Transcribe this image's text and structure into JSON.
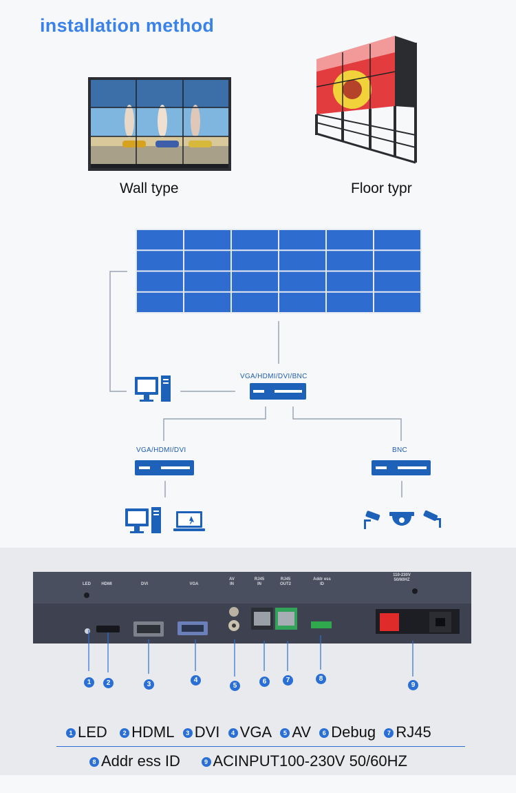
{
  "header": {
    "title": "installation method"
  },
  "install_types": [
    {
      "caption": "Wall type"
    },
    {
      "caption": "Floor typr"
    }
  ],
  "network": {
    "main_controller_label": "VGA/HDMI/DVI/BNC",
    "left_controller_label": "VGA/HDMI/DVI",
    "right_controller_label": "BNC",
    "grid": {
      "rows": 4,
      "cols": 6
    }
  },
  "panel": {
    "port_labels": [
      {
        "key": "led",
        "text": "LED"
      },
      {
        "key": "hdmi",
        "text": "HDMI"
      },
      {
        "key": "dvi",
        "text": "DVI"
      },
      {
        "key": "vga",
        "text": "VGA"
      },
      {
        "key": "av",
        "text": "AV\nIN"
      },
      {
        "key": "rj45in",
        "text": "RJ45\nIN"
      },
      {
        "key": "rj45out",
        "text": "RJ45\nOUT2"
      },
      {
        "key": "addr",
        "text": "Addr ess\nID"
      },
      {
        "key": "power",
        "text": "110-230V\n50/60HZ"
      }
    ],
    "numbers": [
      "1",
      "2",
      "3",
      "4",
      "5",
      "6",
      "7",
      "8",
      "9"
    ]
  },
  "legend": {
    "row1": [
      {
        "num": "1",
        "label": "LED"
      },
      {
        "num": "2",
        "label": "HDML"
      },
      {
        "num": "3",
        "label": "DVI"
      },
      {
        "num": "4",
        "label": "VGA"
      },
      {
        "num": "5",
        "label": "AV"
      },
      {
        "num": "6",
        "label": "Debug"
      },
      {
        "num": "7",
        "label": "RJ45"
      }
    ],
    "row2": [
      {
        "num": "8",
        "label": "Addr ess ID"
      },
      {
        "num": "9",
        "label": "ACINPUT100-230V 50/60HZ"
      }
    ]
  },
  "colors": {
    "accent": "#3b82e8",
    "device": "#1d62b8",
    "grid_cell": "#2f6ccf"
  }
}
